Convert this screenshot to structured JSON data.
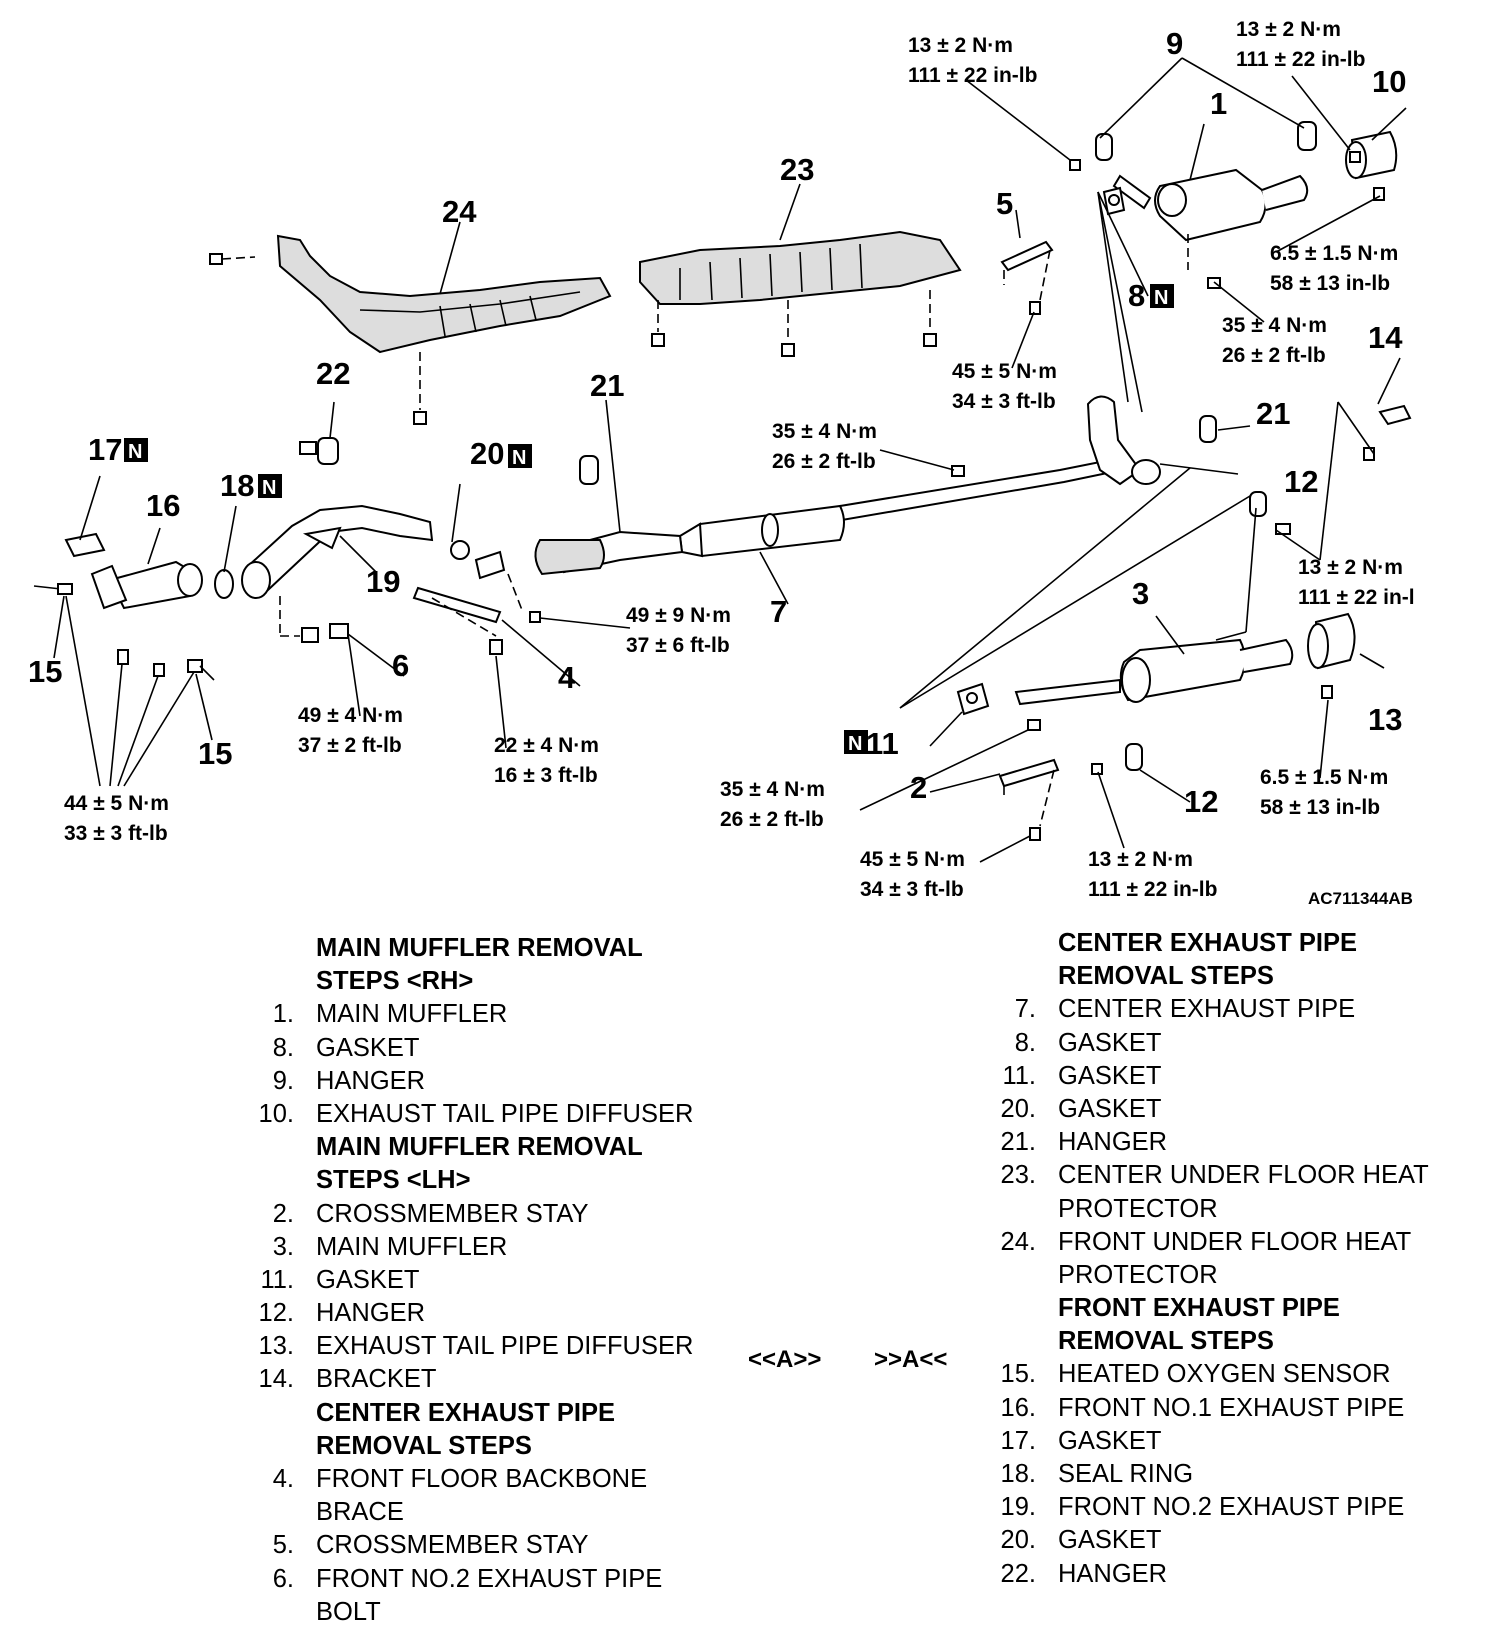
{
  "figure_ref": "AC711344AB",
  "callouts": {
    "c1": "1",
    "c2": "2",
    "c3": "3",
    "c4": "4",
    "c5": "5",
    "c6": "6",
    "c7": "7",
    "c8": "8",
    "c9": "9",
    "c10": "10",
    "c11": "11",
    "c12a": "12",
    "c12b": "12",
    "c13": "13",
    "c14": "14",
    "c15a": "15",
    "c15b": "15",
    "c16": "16",
    "c17": "17",
    "c18": "18",
    "c19": "19",
    "c20": "20",
    "c21a": "21",
    "c21b": "21",
    "c22": "22",
    "c23": "23",
    "c24": "24",
    "new_part_mark": "N"
  },
  "torques": {
    "t9_left": [
      "13 ± 2 N·m",
      "111 ± 22 in-lb"
    ],
    "t9_right": [
      "13 ± 2 N·m",
      "111 ± 22 in-lb"
    ],
    "t10": [
      "6.5 ± 1.5 N·m",
      "58 ± 13 in-lb"
    ],
    "t8": [
      "35 ± 4 N·m",
      "26 ± 2 ft-lb"
    ],
    "t5": [
      "45 ± 5 N·m",
      "34 ± 3 ft-lb"
    ],
    "t21": [
      "35 ± 4 N·m",
      "26 ± 2 ft-lb"
    ],
    "t14": [
      "13 ± 2 N·m",
      "111 ± 22 in-l"
    ],
    "t20": [
      "49 ± 9 N·m",
      "37 ± 6 ft-lb"
    ],
    "t6": [
      "49 ± 4 N·m",
      "37 ± 2 ft-lb"
    ],
    "t4": [
      "22 ± 4 N·m",
      "16 ± 3 ft-lb"
    ],
    "t15": [
      "44 ± 5 N·m",
      "33 ± 3 ft-lb"
    ],
    "t13": [
      "6.5 ± 1.5 N·m",
      "58 ± 13 in-lb"
    ],
    "t11": [
      "35 ± 4 N·m",
      "26 ± 2 ft-lb"
    ],
    "t2": [
      "45 ± 5 N·m",
      "34 ± 3 ft-lb"
    ],
    "t12": [
      "13 ± 2 N·m",
      "111 ± 22 in-lb"
    ]
  },
  "left_list": [
    {
      "hdr": "MAIN MUFFLER REMOVAL"
    },
    {
      "hdr": "STEPS <RH>"
    },
    {
      "num": "1.",
      "text": "MAIN MUFFLER"
    },
    {
      "num": "8.",
      "text": "GASKET"
    },
    {
      "num": "9.",
      "text": "HANGER"
    },
    {
      "num": "10.",
      "text": "EXHAUST TAIL PIPE DIFFUSER"
    },
    {
      "hdr": "MAIN MUFFLER REMOVAL"
    },
    {
      "hdr": "STEPS <LH>"
    },
    {
      "num": "2.",
      "text": "CROSSMEMBER STAY"
    },
    {
      "num": "3.",
      "text": "MAIN MUFFLER"
    },
    {
      "num": "11.",
      "text": "GASKET"
    },
    {
      "num": "12.",
      "text": "HANGER"
    },
    {
      "num": "13.",
      "text": "EXHAUST TAIL PIPE DIFFUSER"
    },
    {
      "num": "14.",
      "text": "BRACKET"
    },
    {
      "hdr": "CENTER EXHAUST PIPE"
    },
    {
      "hdr": "REMOVAL STEPS"
    },
    {
      "num": "4.",
      "text": "FRONT FLOOR BACKBONE"
    },
    {
      "text": "BRACE"
    },
    {
      "num": "5.",
      "text": "CROSSMEMBER STAY"
    },
    {
      "num": "6.",
      "text": "FRONT NO.2 EXHAUST PIPE"
    },
    {
      "text": "BOLT"
    }
  ],
  "right_list": [
    {
      "hdr": "CENTER EXHAUST PIPE"
    },
    {
      "hdr": "REMOVAL STEPS"
    },
    {
      "num": "7.",
      "text": "CENTER EXHAUST PIPE"
    },
    {
      "num": "8.",
      "text": "GASKET"
    },
    {
      "num": "11.",
      "text": "GASKET"
    },
    {
      "num": "20.",
      "text": "GASKET"
    },
    {
      "num": "21.",
      "text": "HANGER"
    },
    {
      "num": "23.",
      "text": "CENTER UNDER FLOOR HEAT"
    },
    {
      "text": "PROTECTOR"
    },
    {
      "num": "24.",
      "text": "FRONT UNDER FLOOR HEAT"
    },
    {
      "text": "PROTECTOR"
    },
    {
      "hdr": "FRONT EXHAUST PIPE"
    },
    {
      "hdr": "REMOVAL STEPS"
    },
    {
      "num": "15.",
      "text": "HEATED OXYGEN SENSOR"
    },
    {
      "num": "16.",
      "text": "FRONT NO.1 EXHAUST PIPE"
    },
    {
      "num": "17.",
      "text": "GASKET"
    },
    {
      "num": "18.",
      "text": "SEAL RING"
    },
    {
      "num": "19.",
      "text": "FRONT NO.2 EXHAUST PIPE"
    },
    {
      "num": "20.",
      "text": "GASKET"
    },
    {
      "num": "22.",
      "text": "HANGER"
    }
  ],
  "ref_marks": {
    "left": "<<A>>",
    "right": ">>A<<"
  }
}
